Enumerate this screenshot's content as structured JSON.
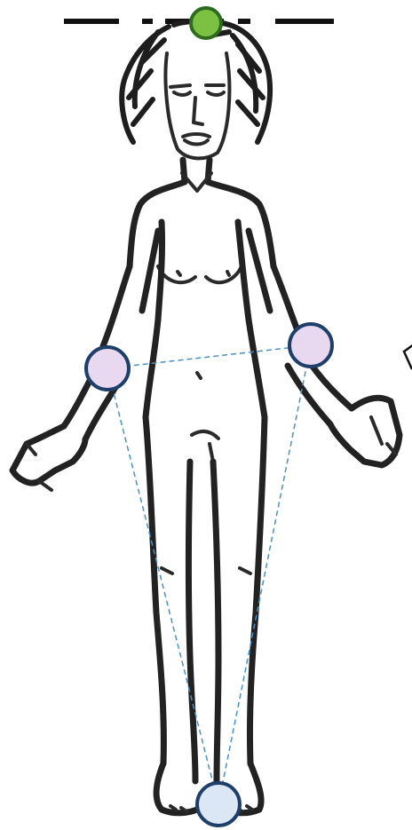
{
  "colors": {
    "head_marker": "#7dc142",
    "head_marker_stroke": "#2e6b1e",
    "wrist_marker": "#e8d9f0",
    "ankle_marker": "#dbe7f5",
    "marker_stroke": "#1f3f6b",
    "connector_line": "#4a90c8",
    "reference_line": "#111111",
    "sketch_stroke": "#222222"
  },
  "markers": [
    {
      "id": "head",
      "shape": "circle"
    },
    {
      "id": "left-wrist",
      "shape": "circle"
    },
    {
      "id": "right-wrist",
      "shape": "circle"
    },
    {
      "id": "ankles",
      "shape": "circle"
    }
  ],
  "connectors": [
    {
      "from": "left-wrist",
      "to": "right-wrist",
      "style": "dashed"
    },
    {
      "from": "left-wrist",
      "to": "ankles",
      "style": "dashed"
    },
    {
      "from": "right-wrist",
      "to": "ankles",
      "style": "dashed"
    }
  ],
  "reference_line": {
    "style": "dash-dot"
  },
  "pointer": {
    "shape": "open-triangle"
  }
}
